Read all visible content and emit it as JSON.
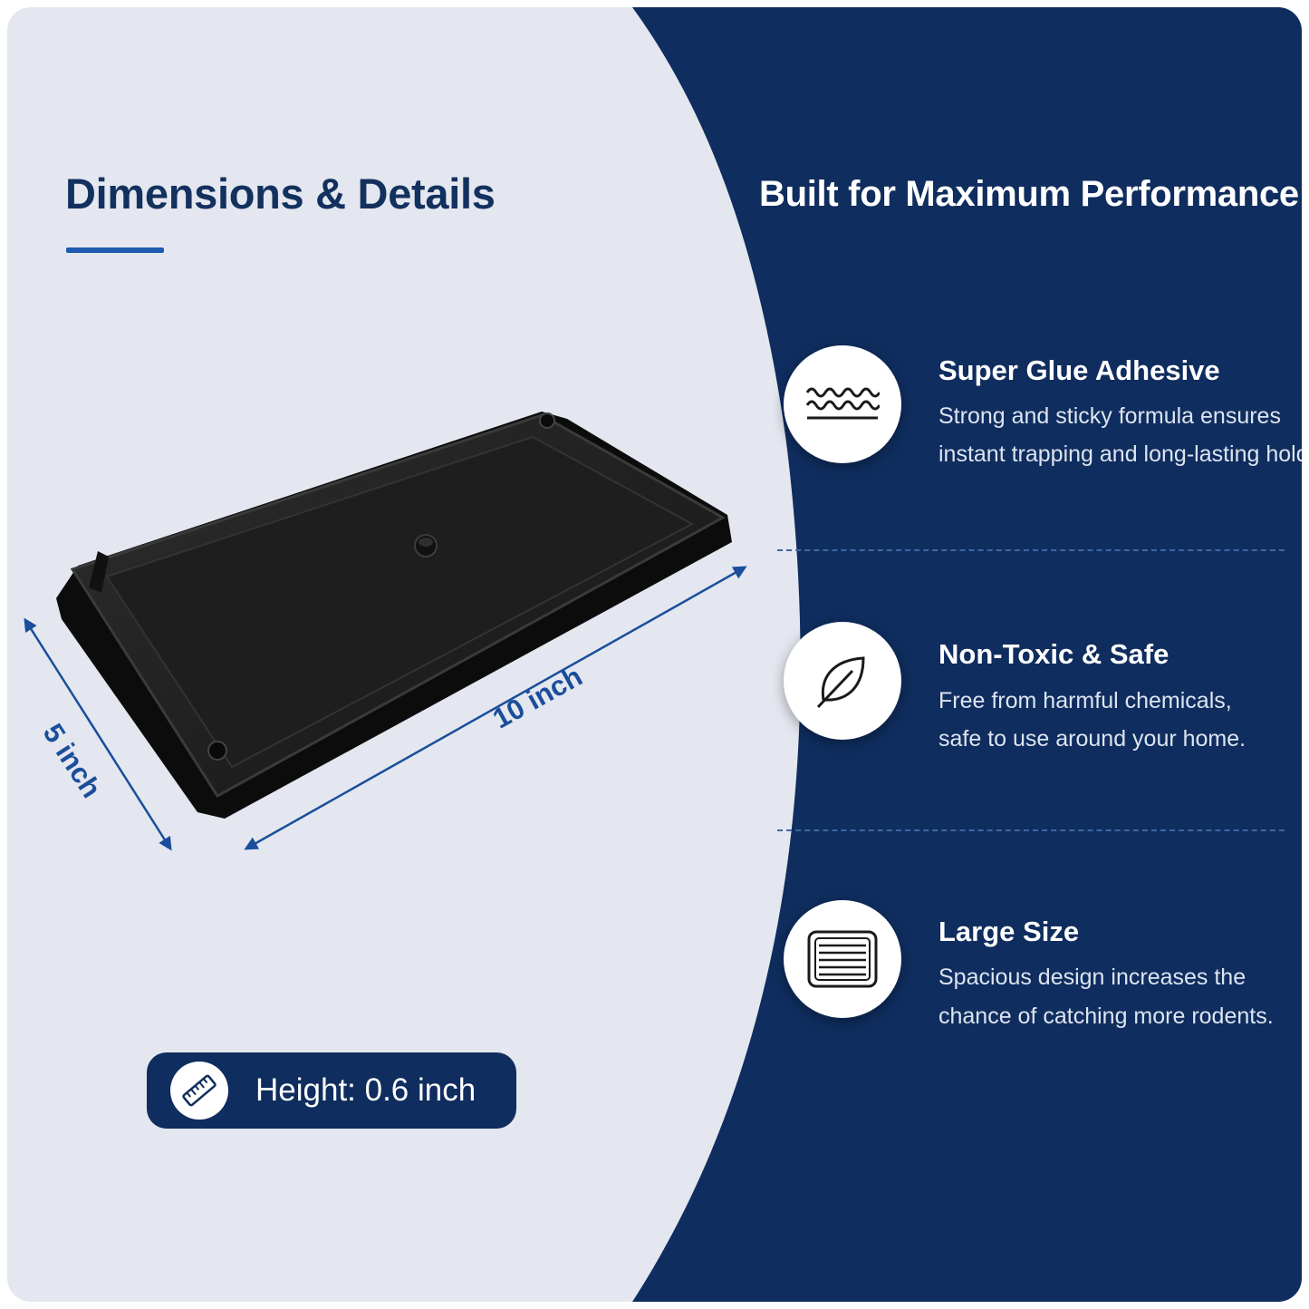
{
  "left": {
    "title": "Dimensions & Details",
    "dimensions": {
      "width_label": "10 inch",
      "depth_label": "5 inch",
      "height_label": "Height: 0.6 inch"
    }
  },
  "right": {
    "title": "Built for Maximum Performance",
    "features": [
      {
        "icon": "waves-icon",
        "title": "Super Glue Adhesive",
        "desc_line1": "Strong and sticky formula ensures",
        "desc_line2": "instant trapping and long-lasting hold."
      },
      {
        "icon": "leaf-icon",
        "title": "Non-Toxic & Safe",
        "desc_line1": "Free from harmful chemicals,",
        "desc_line2": "safe to use around your home."
      },
      {
        "icon": "grid-board-icon",
        "title": "Large Size",
        "desc_line1": "Spacious design increases the",
        "desc_line2": "chance of catching more rodents."
      }
    ]
  },
  "colors": {
    "navy": "#0f2d5e",
    "light_panel": "#e4e7ef",
    "accent_blue": "#1d5cb0",
    "dimension_blue": "#1a4e9c"
  }
}
